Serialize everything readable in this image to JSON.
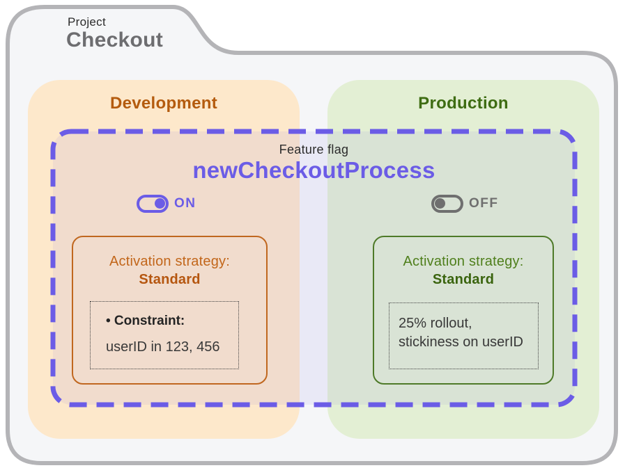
{
  "project": {
    "label": "Project",
    "name": "Checkout"
  },
  "feature_flag": {
    "label": "Feature flag",
    "name": "newCheckoutProcess"
  },
  "environments": [
    {
      "name": "Development",
      "toggle": {
        "state": "ON",
        "on": true,
        "icon": "switch-on-icon"
      },
      "strategy": {
        "title": "Activation strategy:",
        "type": "Standard",
        "lines": [
          "• Constraint:",
          "userID in 123, 456"
        ]
      }
    },
    {
      "name": "Production",
      "toggle": {
        "state": "OFF",
        "on": false,
        "icon": "switch-off-icon"
      },
      "strategy": {
        "title": "Activation strategy:",
        "type": "Standard",
        "lines": [
          "25% rollout,",
          "stickiness on userID"
        ]
      }
    }
  ],
  "colors": {
    "purple": "#6b5ce6",
    "flag_wash": "#6c5ce614",
    "folder_bg": "#f5f6f8",
    "folder_border": "#b4b4b7",
    "dev_bg": "#fde8cb",
    "dev_accent": "#b45b0e",
    "dev_border": "#c0671f",
    "dev_label": "#c2661a",
    "dev_strong": "#b5560f",
    "prod_bg": "#e3efd4",
    "prod_accent": "#3e6c12",
    "prod_border": "#4e7a28",
    "prod_label": "#4f7f1c",
    "prod_strong": "#3a640e",
    "toggle_off": "#6f6f6f",
    "text_dark": "#2b2b2b",
    "text_gray_title": "#6d6d70",
    "text_body": "#383838"
  }
}
